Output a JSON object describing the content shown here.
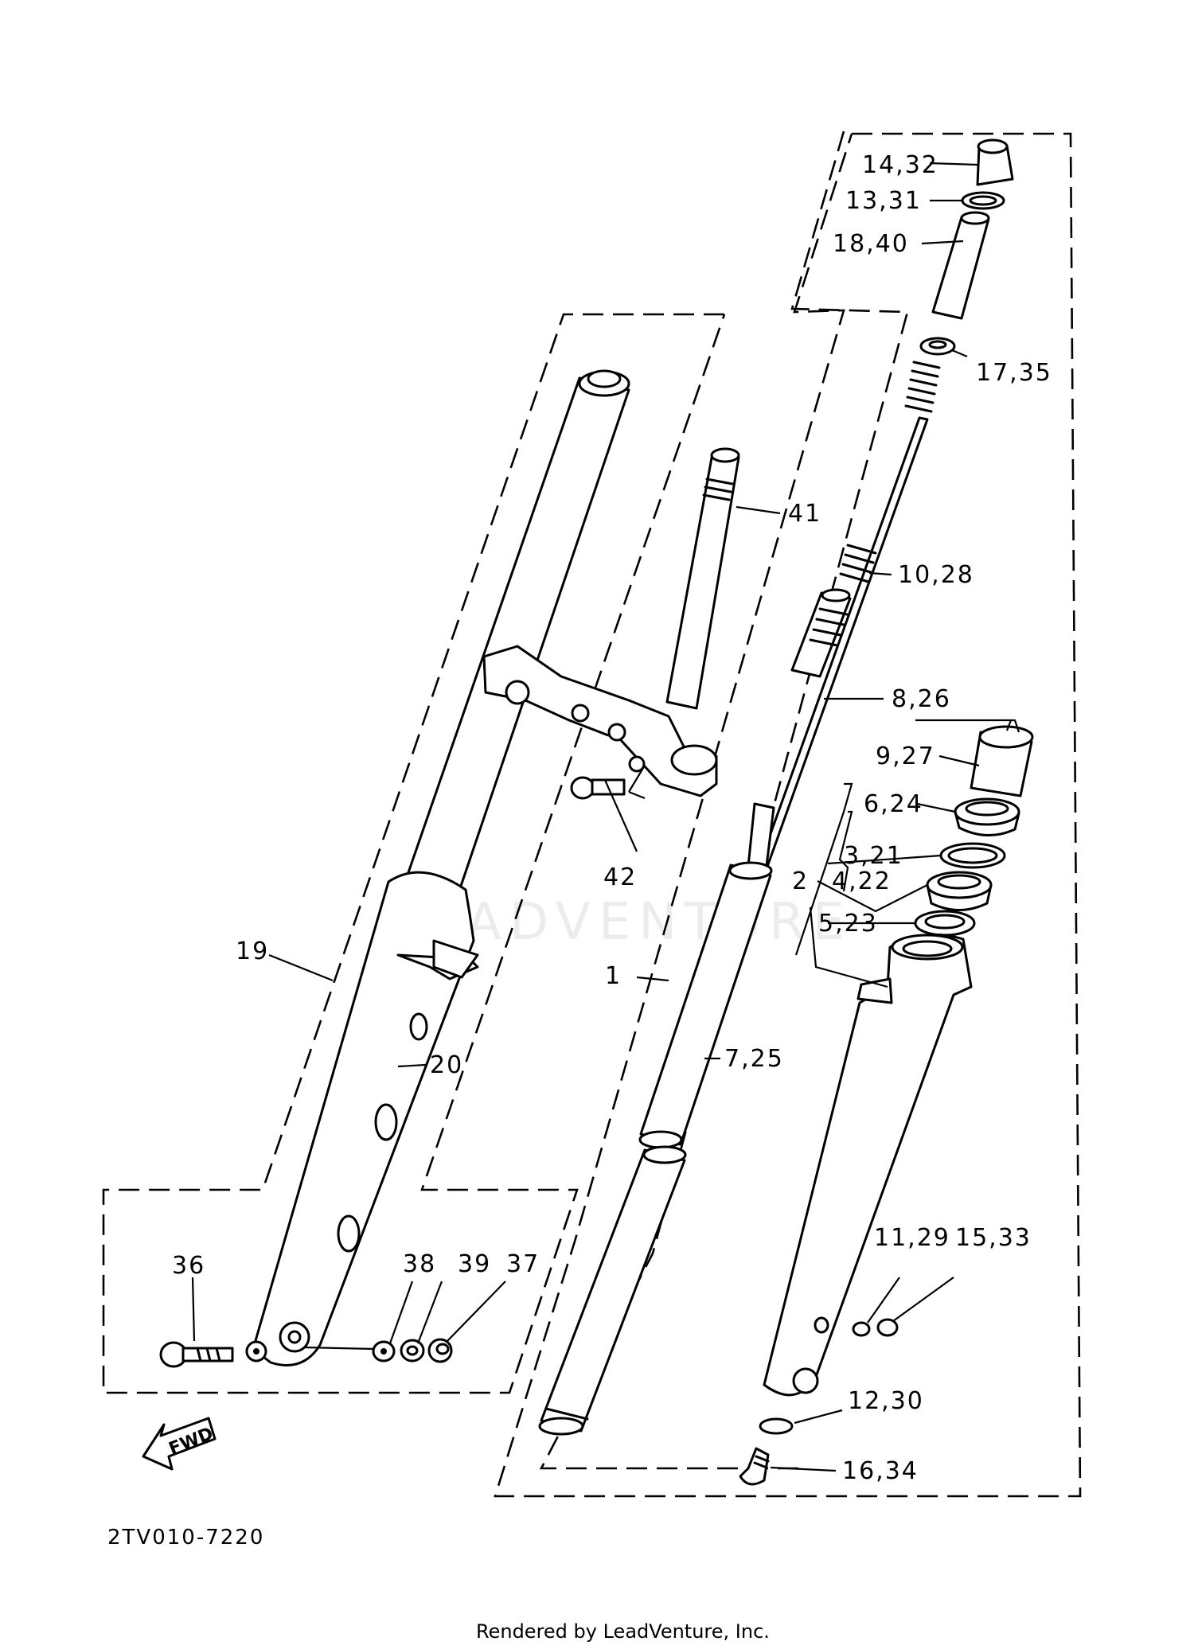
{
  "diagram_code": "2TV010-7220",
  "credit": "Rendered by LeadVenture, Inc.",
  "watermark": "LEADVENTURE",
  "fwd_arrow_label": "FWD",
  "callouts": {
    "c14_32": "14,32",
    "c13_31": "13,31",
    "c18_40": "18,40",
    "c17_35": "17,35",
    "c41": "41",
    "c10_28": "10,28",
    "c8_26": "8,26",
    "c9_27": "9,27",
    "c6_24": "6,24",
    "c3_21": "3,21",
    "c2": "2",
    "c4_22": "4,22",
    "c5_23": "5,23",
    "c42": "42",
    "c19": "19",
    "c1": "1",
    "c20": "20",
    "c7_25": "7,25",
    "c36": "36",
    "c38": "38",
    "c39": "39",
    "c37": "37",
    "c11_29": "11,29",
    "c15_33": "15,33",
    "c12_30": "12,30",
    "c16_34": "16,34"
  }
}
